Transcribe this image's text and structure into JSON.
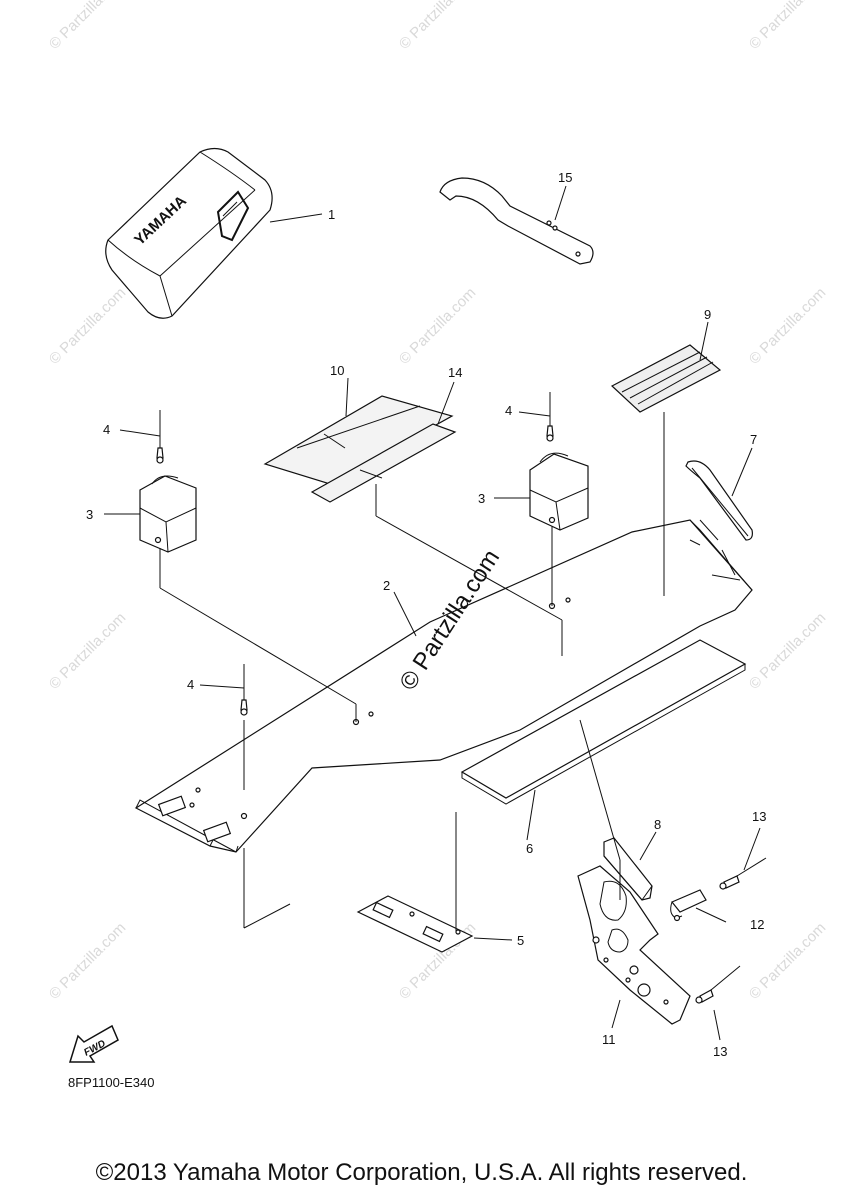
{
  "watermark_text": "© Partzilla.com",
  "center_watermark": "© Partzilla.com",
  "callouts": {
    "c1": "1",
    "c2": "2",
    "c3a": "3",
    "c3b": "3",
    "c4a": "4",
    "c4b": "4",
    "c4c": "4",
    "c5": "5",
    "c6": "6",
    "c7": "7",
    "c8": "8",
    "c9": "9",
    "c10": "10",
    "c11": "11",
    "c12": "12",
    "c13a": "13",
    "c13b": "13",
    "c14": "14",
    "c15": "15"
  },
  "bag_logo": "YAMAHA",
  "fwd_label": "FWD",
  "diagram_code": "8FP1100-E340",
  "copyright": "©2013 Yamaha Motor Corporation, U.S.A. All rights reserved."
}
